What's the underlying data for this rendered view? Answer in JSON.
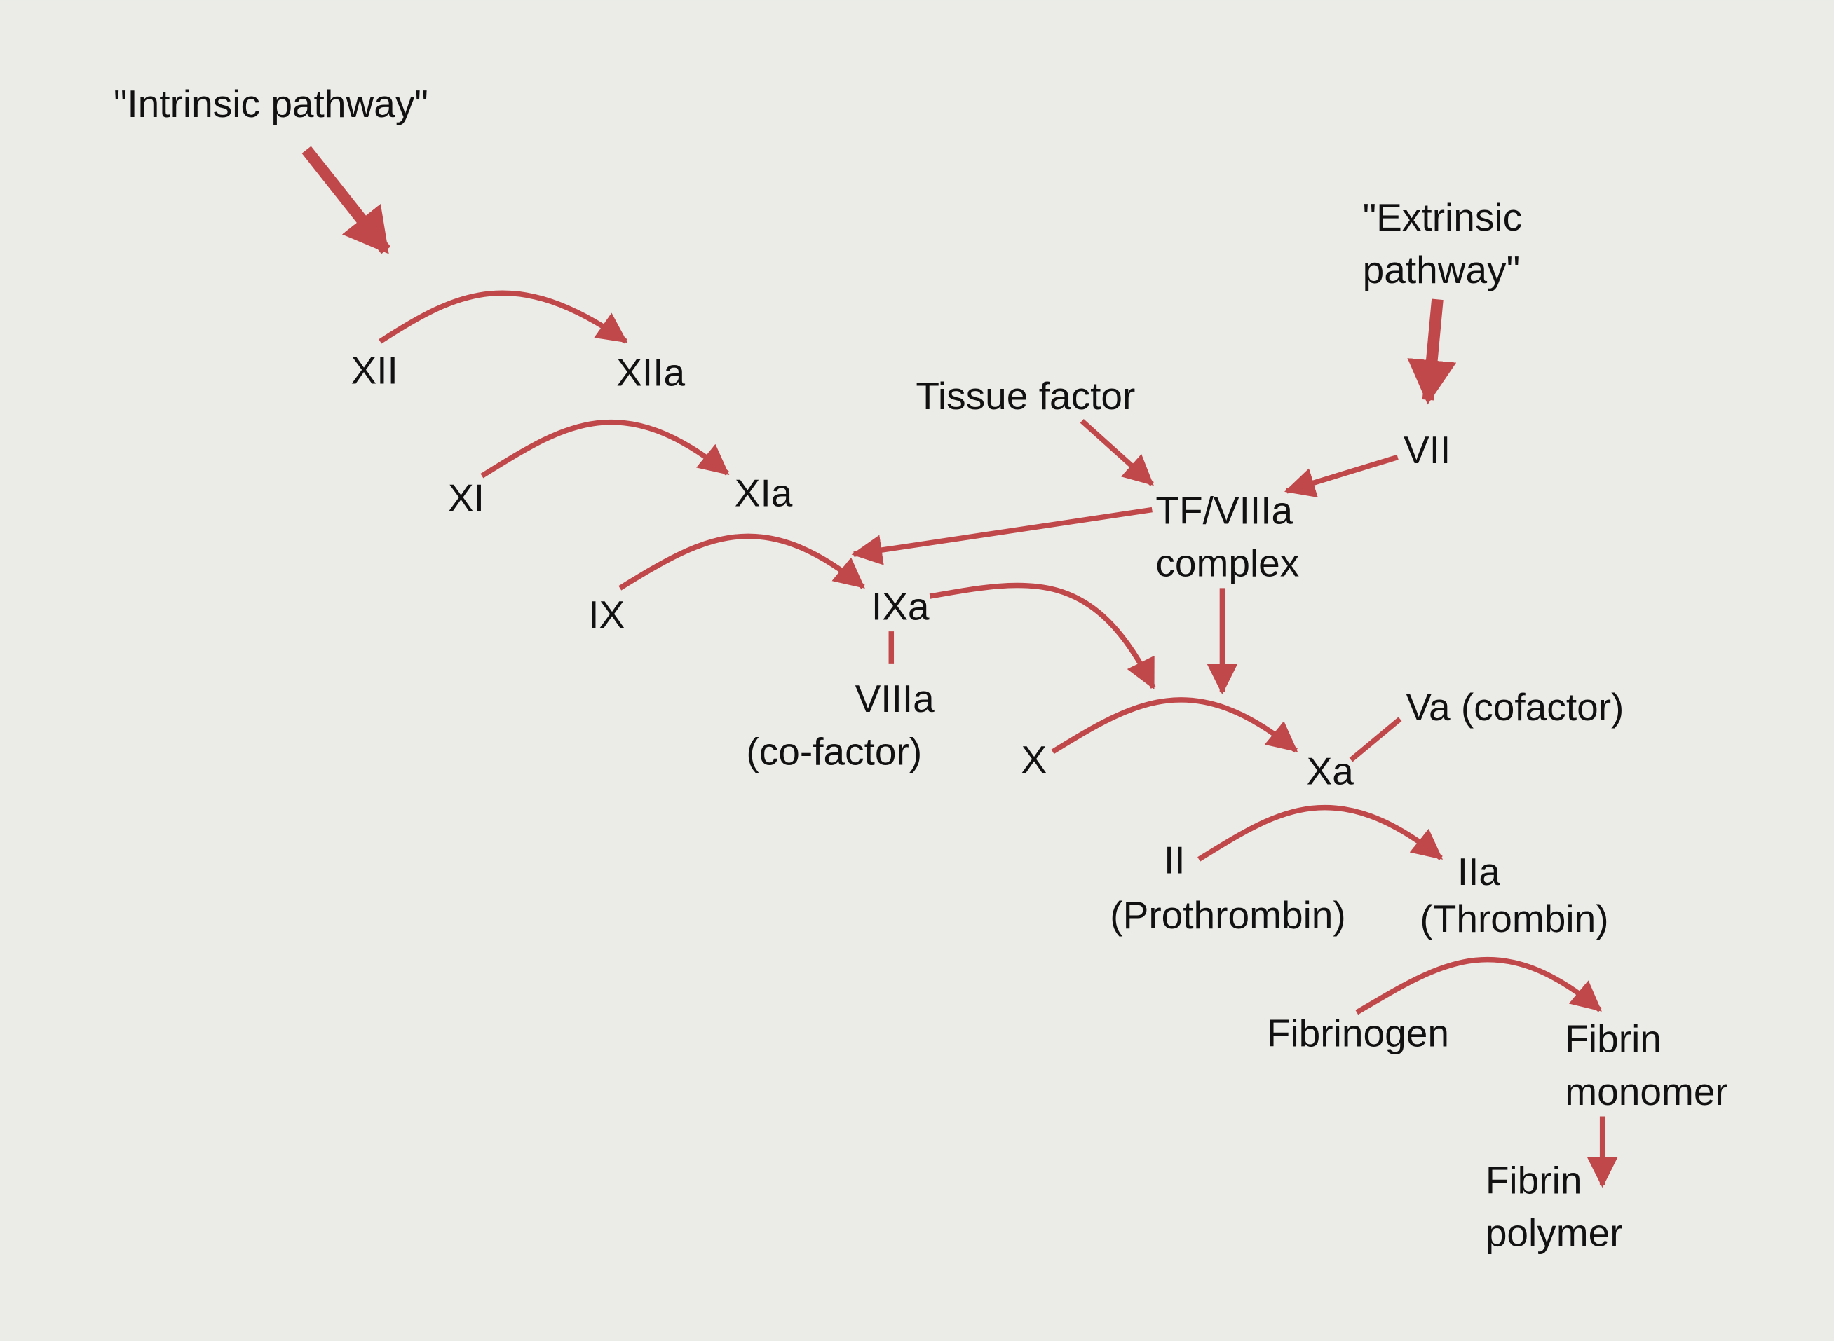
{
  "title": "Coagulation cascade",
  "colors": {
    "background": "#ebece8",
    "arrow": "#c0474a",
    "text": "#111111"
  },
  "labels": {
    "intrinsic": "\"Intrinsic pathway\"",
    "extrinsic_1": "\"Extrinsic",
    "extrinsic_2": "pathway\"",
    "xii": "XII",
    "xiia": "XIIa",
    "tissue_factor": "Tissue factor",
    "vii": "VII",
    "xi": "XI",
    "xia": "XIa",
    "tf_complex_1": "TF/VIIIa",
    "tf_complex_2": "complex",
    "ix": "IX",
    "ixa": "IXa",
    "viiia_1": "VIIIa",
    "viiia_2": "(co-factor)",
    "x": "X",
    "va": "Va (cofactor)",
    "xa": "Xa",
    "ii_1": "II",
    "ii_2": "(Prothrombin)",
    "iia_1": "IIa",
    "iia_2": "(Thrombin)",
    "fibrinogen": "Fibrinogen",
    "fibrin_monomer_1": "Fibrin",
    "fibrin_monomer_2": "monomer",
    "fibrin_polymer_1": "Fibrin",
    "fibrin_polymer_2": "polymer"
  }
}
